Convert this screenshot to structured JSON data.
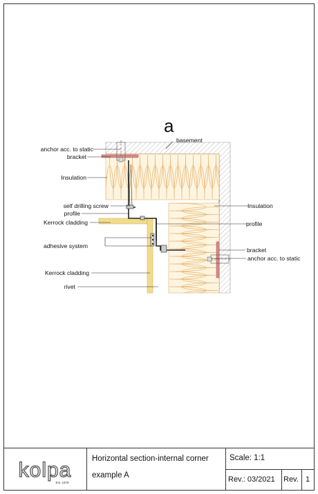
{
  "drawing": {
    "section_letter": "a",
    "labels": {
      "basement": "basement",
      "anchor_top": "anchor acc. to static",
      "bracket_top": "bracket",
      "insulation_left": "Insulation",
      "self_drilling_screw": "self drilling screw",
      "profile_left": "profile",
      "kerrock_cladding_top": "Kerrock cladding",
      "adhesive_system": "adhesive system",
      "kerrock_cladding_bottom": "Kerrock cladding",
      "rivet": "rivet",
      "insulation_right": "Insulation",
      "profile_right": "profile",
      "bracket_right": "bracket",
      "anchor_right": "anchor acc. to static"
    },
    "colors": {
      "insulation_fill": "#fdf5e0",
      "insulation_wave": "#e8b878",
      "cladding": "#f2dc8c",
      "bracket": "#d88a8a",
      "wall_hatch": "#9a9a9a",
      "profile": "#222222"
    }
  },
  "title_block": {
    "logo_text": "kolpa",
    "logo_est": "Est. 1978",
    "title_line1": "Horizontal section-internal corner",
    "title_line2": "example A",
    "scale_label": "Scale:",
    "scale_value": "1:1",
    "rev_date_label": "Rev.:",
    "rev_date_value": "03/2021",
    "rev_label": "Rev.",
    "rev_number": "1"
  }
}
